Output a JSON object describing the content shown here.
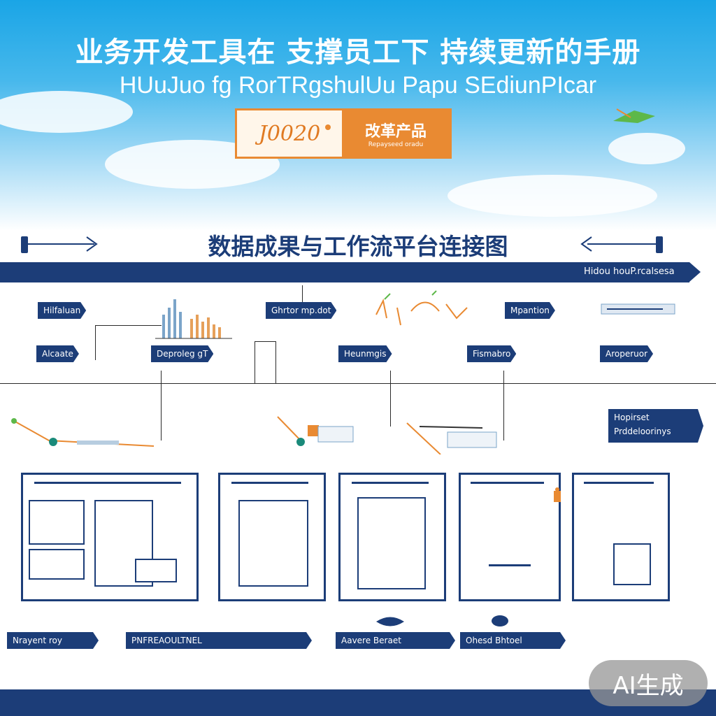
{
  "header": {
    "title_cn": "业务开发工具在 支撑员工下 持续更新的手册",
    "title_en": "HUuJuo fg RorTRgshulUu  Papu SEdiunPIcar",
    "badge_left": "J0020",
    "badge_left_small": "",
    "badge_right_cn": "改革产品",
    "badge_right_sub": "Repayseed oradu"
  },
  "section": {
    "title": "数据成果与工作流平台连接图",
    "band_label": "Hidou houP.rcalsesa"
  },
  "labels": {
    "row1": [
      "Hilfaluan",
      "Ghrtor mp.dot",
      "Mpantion"
    ],
    "row2": [
      "Alcaate",
      "Deproleg gT",
      "Heunmgis",
      "Fismabro",
      "Aroperuor"
    ],
    "callout_line1": "Hopirset",
    "callout_line2": "Prddeloorinys",
    "bottom": [
      "Nrayent roy",
      "PNFREAOULTNEL",
      "Aavere Beraet",
      "Ohesd Bhtoel"
    ]
  },
  "watermark": "AI生成",
  "colors": {
    "navy": "#1c3d78",
    "orange": "#e98a32",
    "sky": "#1aa5e6"
  }
}
